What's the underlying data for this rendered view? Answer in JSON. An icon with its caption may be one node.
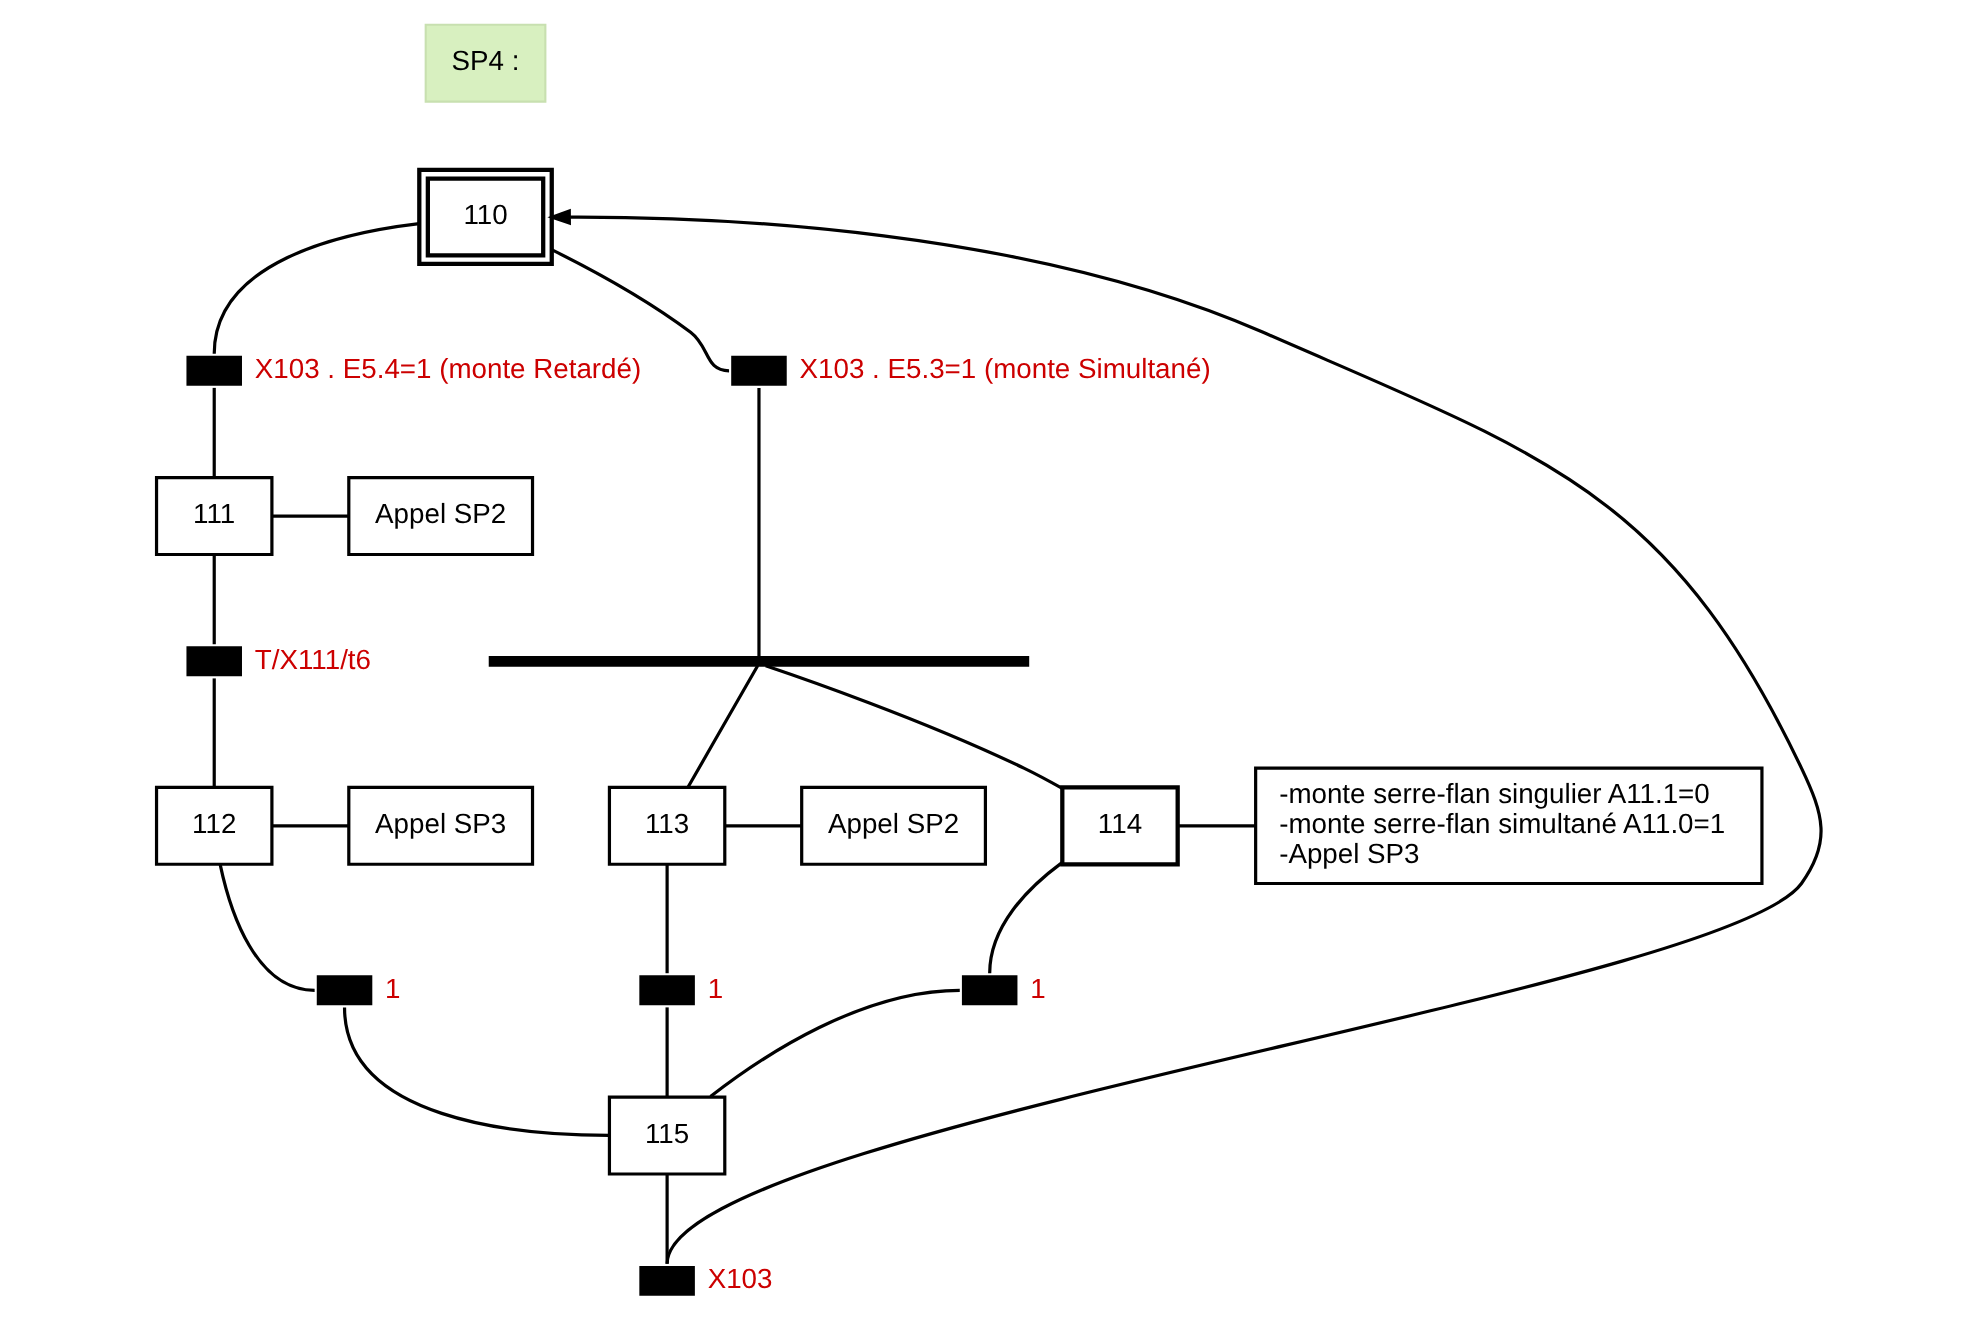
{
  "diagram": {
    "nodes": [
      {
        "text": [
          "SP4 :"
        ]
      },
      {
        "text": [
          "110"
        ]
      },
      {
        "text": [],
        "shape": "bar",
        "beside": [
          "X103 . E5.4=1 (monte Retardé)"
        ]
      },
      {
        "text": [],
        "shape": "bar",
        "beside": [
          "X103 . E5.3=1 (monte Simultané)"
        ]
      },
      {
        "text": [],
        "shape": "bar"
      },
      {
        "text": [
          "111"
        ]
      },
      {
        "text": [
          "Appel SP2"
        ]
      },
      {
        "text": [],
        "shape": "bar",
        "beside": [
          "T/X111/t6"
        ]
      },
      {
        "text": [
          "112"
        ]
      },
      {
        "text": [
          "Appel SP3"
        ]
      },
      {
        "text": [
          "113"
        ]
      },
      {
        "text": [
          "Appel SP2"
        ]
      },
      {
        "text": [
          "114"
        ]
      },
      {
        "text": [
          "-monte serre-flan singulier A11.1=0",
          "-monte serre-flan simultané A11.0=1",
          "-Appel SP3"
        ]
      },
      {
        "text": [],
        "shape": "bar",
        "beside": [
          "1"
        ]
      },
      {
        "text": [],
        "shape": "bar",
        "beside": [
          "1"
        ]
      },
      {
        "text": [],
        "shape": "bar",
        "beside": [
          "1"
        ]
      },
      {
        "text": [
          "115"
        ]
      },
      {
        "text": [],
        "shape": "bar",
        "beside": [
          "X103"
        ]
      }
    ],
    "edges": [
      {
        "from": 1,
        "to": 2,
        "arrow": "none"
      },
      {
        "from": 1,
        "to": 3,
        "arrow": "none"
      },
      {
        "from": 2,
        "to": 5,
        "arrow": "none"
      },
      {
        "from": 3,
        "to": 4,
        "arrow": "none"
      },
      {
        "from": 4,
        "to": 10,
        "arrow": "none"
      },
      {
        "from": 4,
        "to": 12,
        "arrow": "none"
      },
      {
        "from": 5,
        "to": 6,
        "arrow": "none"
      },
      {
        "from": 5,
        "to": 7,
        "arrow": "none"
      },
      {
        "from": 7,
        "to": 8,
        "arrow": "none"
      },
      {
        "from": 8,
        "to": 9,
        "arrow": "none"
      },
      {
        "from": 10,
        "to": 11,
        "arrow": "none"
      },
      {
        "from": 12,
        "to": 13,
        "arrow": "none"
      },
      {
        "from": 8,
        "to": 14,
        "arrow": "none"
      },
      {
        "from": 10,
        "to": 15,
        "arrow": "none"
      },
      {
        "from": 12,
        "to": 16,
        "arrow": "none"
      },
      {
        "from": 14,
        "to": 17,
        "arrow": "none"
      },
      {
        "from": 15,
        "to": 17,
        "arrow": "none"
      },
      {
        "from": 16,
        "to": 17,
        "arrow": "none"
      },
      {
        "from": 17,
        "to": 18,
        "arrow": "none"
      },
      {
        "from": 18,
        "to": 1,
        "arrow": "to"
      }
    ]
  }
}
